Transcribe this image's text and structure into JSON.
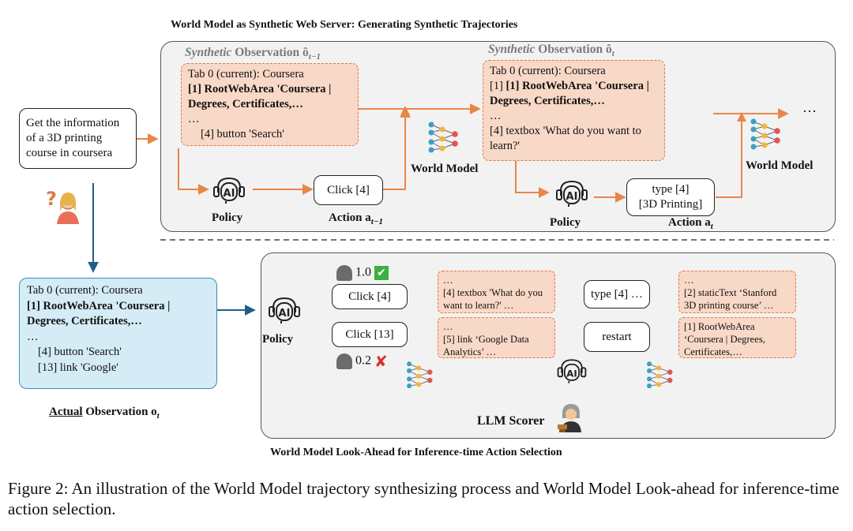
{
  "top_title": "World Model as Synthetic Web Server: Generating Synthetic Trajectories",
  "bottom_title": "World Model Look-Ahead for Inference-time Action Selection",
  "caption": "Figure 2: An illustration of the World Model trajectory synthesizing process and World Model Look-ahead for inference-time action selection.",
  "task": "Get the information of a 3D printing course in coursera",
  "synthetic_obs_prev": {
    "heading_italic": "Synthetic",
    "heading_rest": " Observation ô",
    "heading_sub": "t−1",
    "line1": "Tab 0 (current): Coursera",
    "line2": "[1] RootWebArea 'Coursera |",
    "line3": "Degrees, Certificates,…",
    "line4": "…",
    "line5": "[4] button 'Search'"
  },
  "synthetic_obs_curr": {
    "heading_italic": "Synthetic",
    "heading_rest": " Observation ô",
    "heading_sub": "t",
    "line1": "Tab 0 (current): Coursera",
    "line2a": "[1] ",
    "line2b": "[1] RootWebArea 'Coursera |",
    "line3": "Degrees, Certificates,…",
    "line4": "…",
    "line5": "[4] textbox 'What do you want to",
    "line6": "learn?'"
  },
  "world_model_label": "World Model",
  "policy_label": "Policy",
  "action_prev": {
    "box": "Click [4]",
    "label": "Action a",
    "sub": "t−1"
  },
  "action_curr": {
    "box_line1": "type [4]",
    "box_line2": "[3D Printing]",
    "label": "Action a",
    "sub": "t"
  },
  "ellipsis": "…",
  "actual_obs": {
    "line1": "Tab 0 (current): Coursera",
    "line2": "[1] RootWebArea 'Coursera |",
    "line3": "Degrees, Certificates,…",
    "line4": "…",
    "line5": "[4] button 'Search'",
    "line6": "[13] link 'Google'",
    "label_underlined": "Actual",
    "label_rest": " Observation o",
    "label_sub": "t"
  },
  "lookahead": {
    "score_top": "1.0",
    "score_bottom": "0.2",
    "branch_top": {
      "action": "Click [4]",
      "obs_line1": "…",
      "obs_line2": "[4] textbox 'What do you",
      "obs_line3": "want to learn?' …",
      "next_action": "type [4] …",
      "result_line1": "…",
      "result_line2": "[2] staticText ‘Stanford",
      "result_line3": "3D printing course’ …"
    },
    "branch_bottom": {
      "action": "Click [13]",
      "obs_line1": "…",
      "obs_line2": "[5] link ‘Google Data",
      "obs_line3": "Analytics’ …",
      "next_action": "restart",
      "result_line1": "[1] RootWebArea",
      "result_line2": "‘Coursera | Degrees,",
      "result_line3": "Certificates,…"
    },
    "scorer_label": "LLM Scorer"
  },
  "colors": {
    "orange": "#e8864a",
    "teal": "#1f5f86",
    "obs_fill": "#f8d8c6",
    "actual_fill": "#d5ecf6"
  }
}
